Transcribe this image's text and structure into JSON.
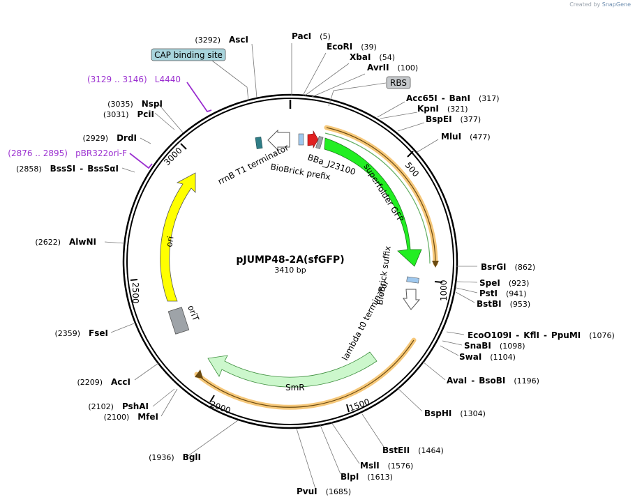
{
  "credit": {
    "prefix": "Created by",
    "brand": "SnapGene"
  },
  "plasmid": {
    "name": "pJUMP48-2A(sfGFP)",
    "size": "3410 bp"
  },
  "ticks": [
    {
      "label": "500"
    },
    {
      "label": "1000"
    },
    {
      "label": "1500"
    },
    {
      "label": "2000"
    },
    {
      "label": "2500"
    },
    {
      "label": "3000"
    }
  ],
  "enzymes": [
    {
      "name": "PacI",
      "pos": "(5)"
    },
    {
      "name": "EcoRI",
      "pos": "(39)"
    },
    {
      "name": "XbaI",
      "pos": "(54)"
    },
    {
      "name": "AvrII",
      "pos": "(100)"
    },
    {
      "name": "Acc65I",
      "sep": "-",
      "name2": "BanI",
      "pos": "(317)"
    },
    {
      "name": "KpnI",
      "pos": "(321)"
    },
    {
      "name": "BspEI",
      "pos": "(377)"
    },
    {
      "name": "MluI",
      "pos": "(477)"
    },
    {
      "name": "BsrGI",
      "pos": "(862)"
    },
    {
      "name": "SpeI",
      "pos": "(923)"
    },
    {
      "name": "PstI",
      "pos": "(941)"
    },
    {
      "name": "BstBI",
      "pos": "(953)"
    },
    {
      "name": "EcoO109I",
      "sep": "-",
      "name2": "KflI",
      "sep2": "-",
      "name3": "PpuMI",
      "pos": "(1076)"
    },
    {
      "name": "SnaBI",
      "pos": "(1098)"
    },
    {
      "name": "SwaI",
      "pos": "(1104)"
    },
    {
      "name": "AvaI",
      "sep": "-",
      "name2": "BsoBI",
      "pos": "(1196)"
    },
    {
      "name": "BspHI",
      "pos": "(1304)"
    },
    {
      "name": "BstEII",
      "pos": "(1464)"
    },
    {
      "name": "MslI",
      "pos": "(1576)"
    },
    {
      "name": "BlpI",
      "pos": "(1613)"
    },
    {
      "name": "PvuI",
      "pos": "(1685)"
    },
    {
      "name": "BglI",
      "pos": "(1936)"
    },
    {
      "name": "MfeI",
      "pos": "(2100)"
    },
    {
      "name": "PshAI",
      "pos": "(2102)"
    },
    {
      "name": "AccI",
      "pos": "(2209)"
    },
    {
      "name": "FseI",
      "pos": "(2359)"
    },
    {
      "name": "AlwNI",
      "pos": "(2622)"
    },
    {
      "name": "BssSI",
      "sep": "-",
      "name2": "BssSαI",
      "pos": "(2858)"
    },
    {
      "name": "DrdI",
      "pos": "(2929)"
    },
    {
      "name": "PciI",
      "pos": "(3031)"
    },
    {
      "name": "NspI",
      "pos": "(3035)"
    },
    {
      "name": "AscI",
      "pos": "(3292)"
    }
  ],
  "primers": [
    {
      "range": "(3129 .. 3146)",
      "name": "L4440"
    },
    {
      "range": "(2876 .. 2895)",
      "name": "pBR322ori-F"
    }
  ],
  "boxed_features": [
    {
      "label": "CAP binding site",
      "color": "#a8d4dc"
    },
    {
      "label": "RBS",
      "color": "#c6c9cc"
    }
  ],
  "features": [
    {
      "label": "rrnB T1 terminator"
    },
    {
      "label": "BioBrick prefix"
    },
    {
      "label": "BBa_J23100"
    },
    {
      "label": "superfolder GFP"
    },
    {
      "label": "BioBrick suffix"
    },
    {
      "label": "lambda t0 terminator"
    },
    {
      "label": "SmR"
    },
    {
      "label": "ori"
    },
    {
      "label": "oriT"
    }
  ],
  "colors": {
    "gfp": "#22ee22",
    "ori": "#ffff00",
    "smr": "#ccf7cc",
    "orf_highlight": "#f5c26b",
    "primer": "#9b30d0",
    "terminator": "#2f7d86",
    "promoter": "#e02020",
    "biobrick": "#9fc8ee",
    "rbs": "#9ea3a8",
    "orit": "#9ea3a8"
  }
}
